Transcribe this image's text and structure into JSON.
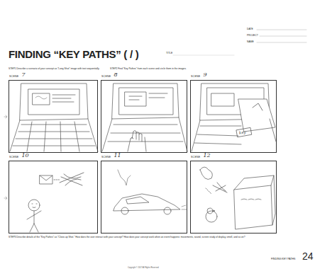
{
  "diagram": {
    "title": "FINDING “KEY PATHS” ( / )",
    "nodes": [
      {
        "text": [
          "SCENE",
          "7"
        ]
      },
      {
        "text": [
          "SCENE",
          "8"
        ]
      },
      {
        "text": [
          "SCENE",
          "9"
        ]
      },
      {
        "text": [
          "SCENE",
          "10"
        ]
      },
      {
        "text": [
          "SCENE",
          "11"
        ]
      },
      {
        "text": [
          "SCENE",
          "12"
        ]
      }
    ],
    "labels": [
      "DATE",
      "PROJECT",
      "NAME",
      "TITLE",
      "STEP1 Describe a scenario of your concept as “Long Shot” image with text sequentially.",
      "STEP2 Find “Key Pathes” from each scene and circle them in the images.",
      "STEP3 Describe details of the “Key Pathes” as “Close-up Shot.” How does the user interact with your concept? How does your concept work when an event happens: movements, sound, screen study of display, smell, and so on?",
      "FINDING KEY PATHS",
      "24",
      "key",
      "Copyright © 2017 All Rights Reserved"
    ]
  }
}
